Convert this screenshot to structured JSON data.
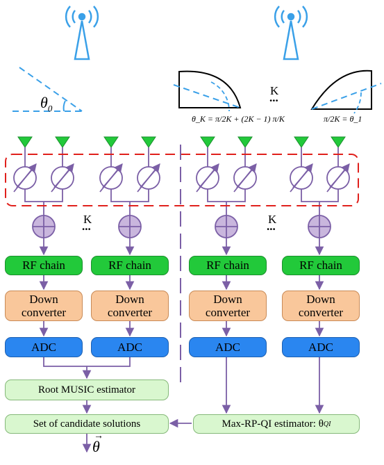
{
  "labels": {
    "rf_chain": "RF chain",
    "down_converter": "Down\nconverter",
    "adc": "ADC",
    "root_music": "Root MUSIC estimator",
    "candidates": "Set of candidate solutions",
    "max_rp_qi": "Max-RP-QI estimator: θ",
    "max_rp_qi_sub": "QI",
    "k": "K",
    "dots": "...",
    "theta0": "θ",
    "theta0_sub": "0",
    "output_theta": "θ",
    "output_arrow": "→",
    "thetaK_formula": "θ_K = π/2K + (2K − 1) π/K",
    "theta1_formula": "π/2K = θ_1"
  },
  "colors": {
    "rf_chain": "#22c93a",
    "down_converter": "#f9c79b",
    "adc": "#2a86f0",
    "estimator": "#d9f7cf",
    "arrows": "#7b5fa6",
    "antenna": "#22c93a",
    "dashed_box": "#e0201c",
    "tower": "#3aa0e8"
  }
}
